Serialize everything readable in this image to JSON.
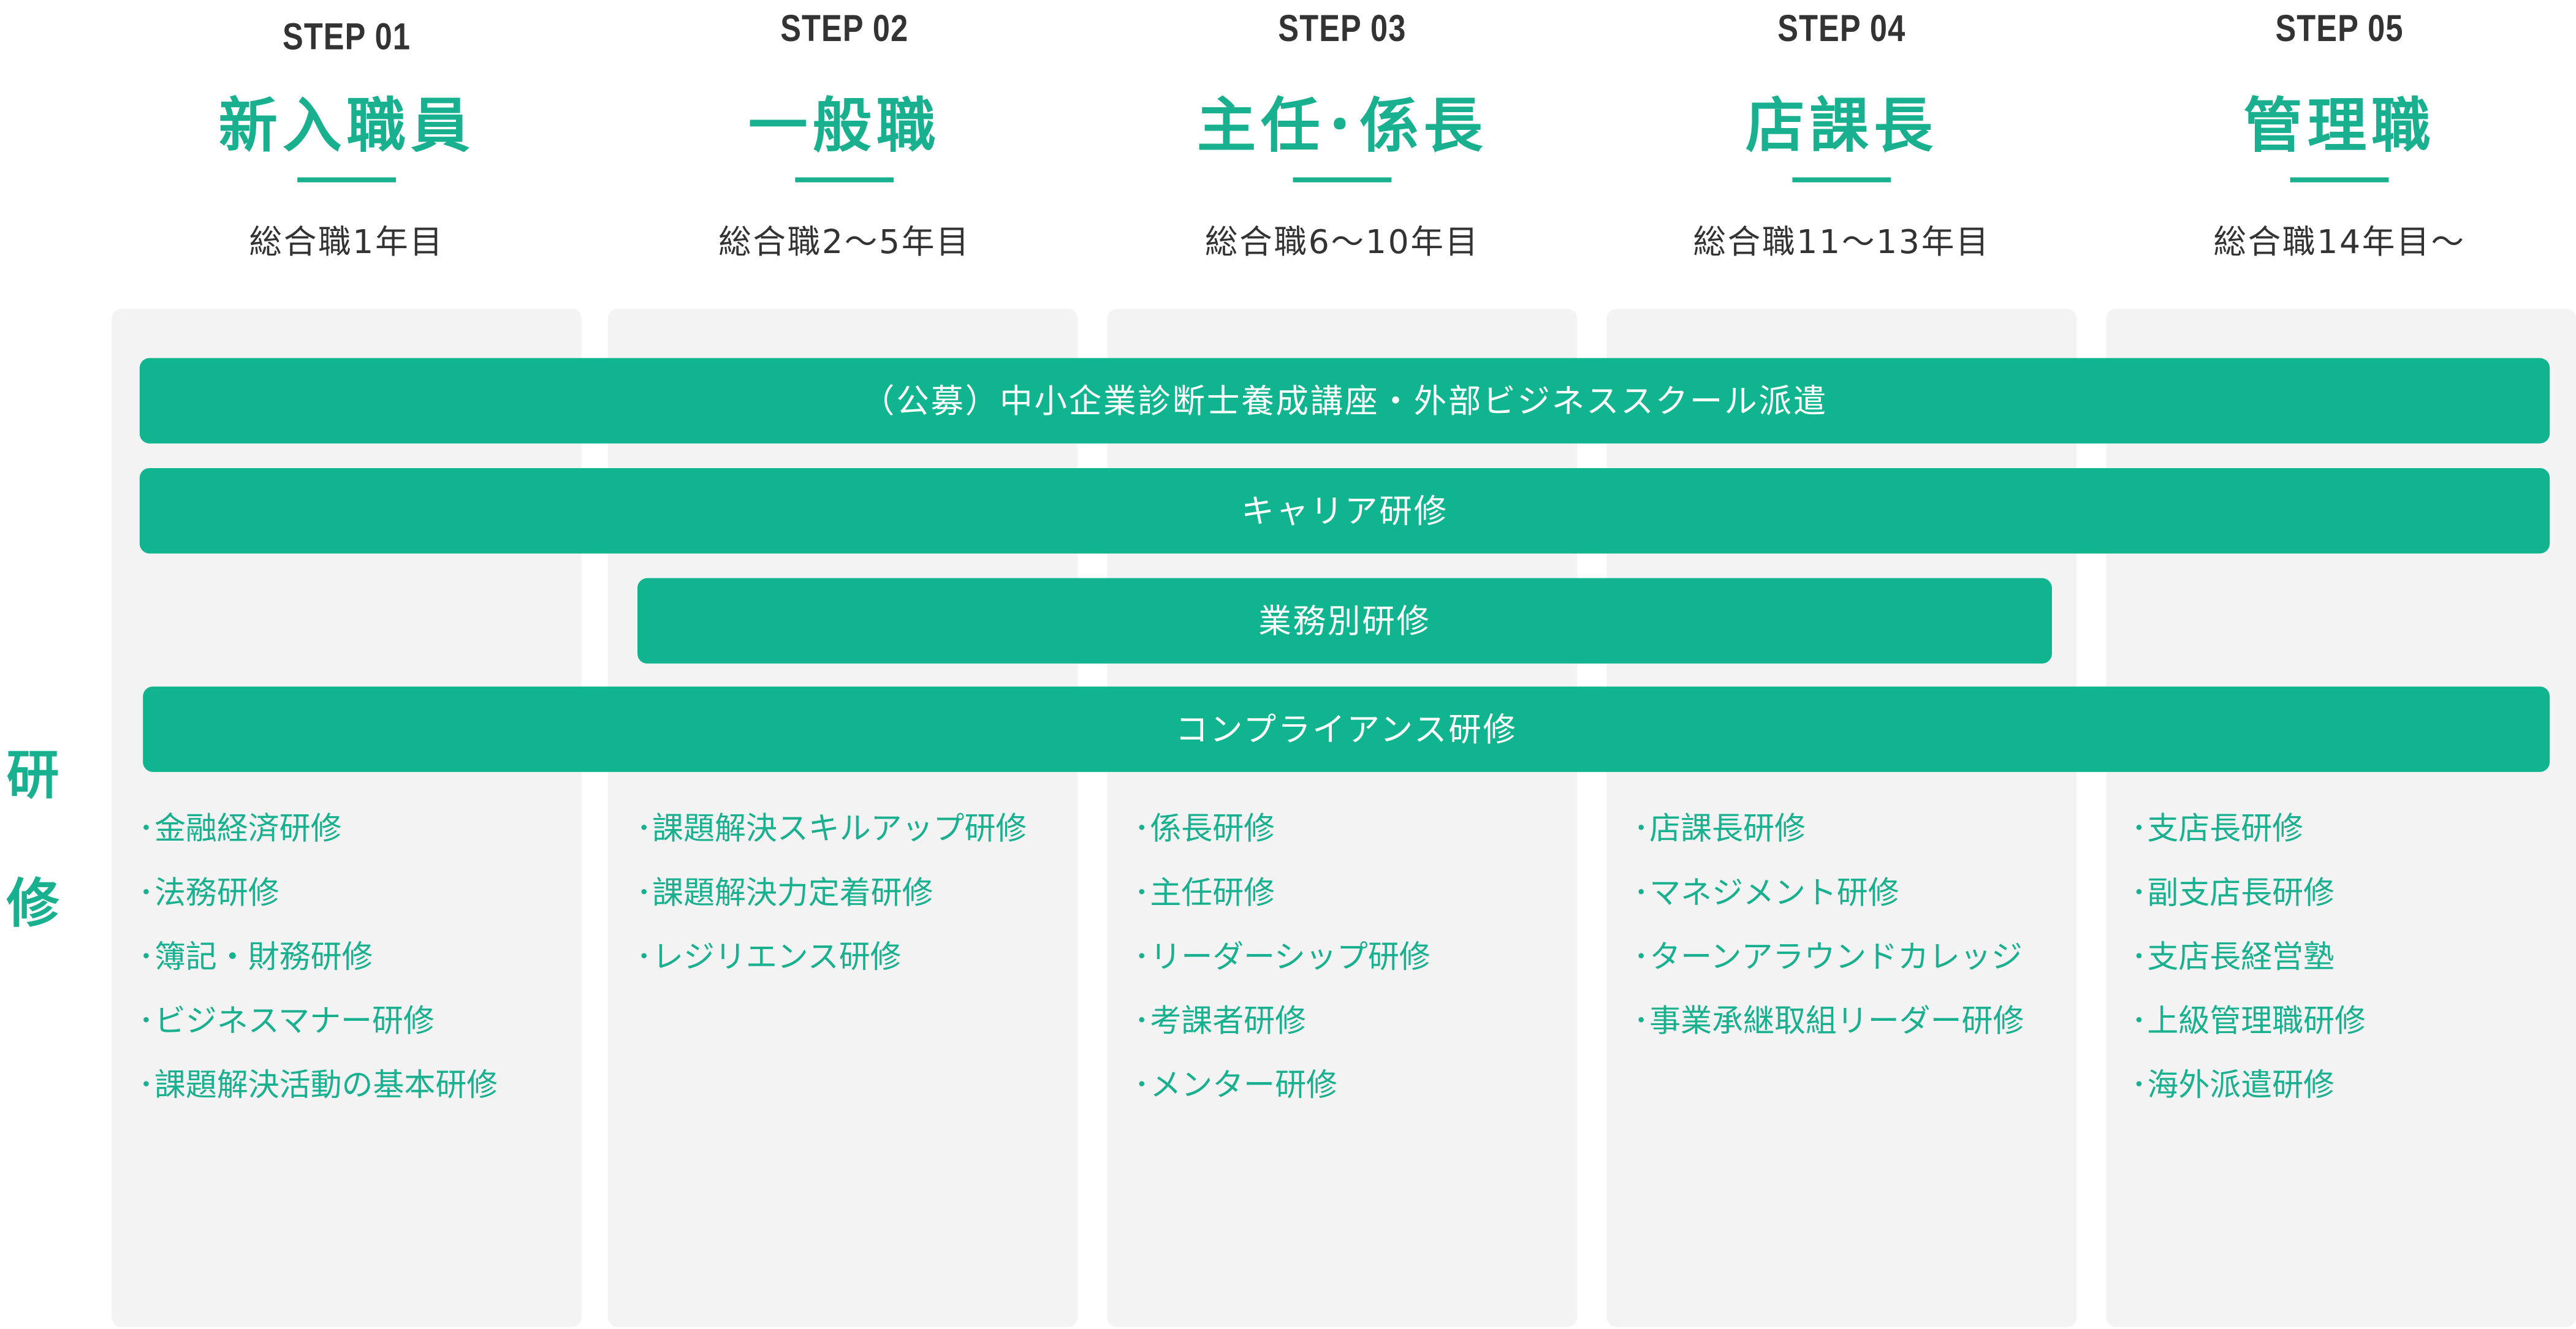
{
  "steps": [
    {
      "label": "STEP 01",
      "title": "新入職員",
      "years": "総合職1年目"
    },
    {
      "label": "STEP 02",
      "title": "一般職",
      "years": "総合職2～5年目"
    },
    {
      "label": "STEP 03",
      "title": "主任･係長",
      "years": "総合職6～10年目"
    },
    {
      "label": "STEP 04",
      "title": "店課長",
      "years": "総合職11～13年目"
    },
    {
      "label": "STEP 05",
      "title": "管理職",
      "years": "総合職14年目～"
    }
  ],
  "side_label": [
    "研",
    "修"
  ],
  "bars": [
    "（公募）中小企業診断士養成講座・外部ビジネススクール派遣",
    "キャリア研修",
    "業務別研修",
    "コンプライアンス研修"
  ],
  "courses": [
    [
      "金融経済研修",
      "法務研修",
      "簿記・財務研修",
      "ビジネスマナー研修",
      "課題解決活動の基本研修"
    ],
    [
      "課題解決スキルアップ研修",
      "課題解決力定着研修",
      "レジリエンス研修"
    ],
    [
      "係長研修",
      "主任研修",
      "リーダーシップ研修",
      "考課者研修",
      "メンター研修"
    ],
    [
      "店課長研修",
      "マネジメント研修",
      "ターンアラウンドカレッジ",
      "事業承継取組リーダー研修"
    ],
    [
      "支店長研修",
      "副支店長研修",
      "支店長経営塾",
      "上級管理職研修",
      "海外派遣研修"
    ]
  ],
  "colors": {
    "accent": "#18b08e",
    "bar": "#10b48f",
    "column_bg": "#f3f3f3",
    "text": "#333333"
  }
}
